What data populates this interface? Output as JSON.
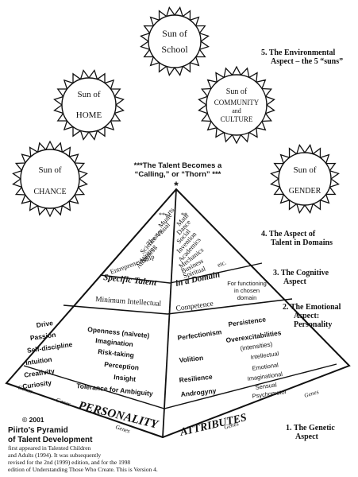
{
  "suns": {
    "school": {
      "line1": "Sun of",
      "line2": "School"
    },
    "home": {
      "line1": "Sun of",
      "line2": "HOME"
    },
    "community": {
      "line1": "Sun of",
      "line2": "COMMUNITY",
      "line3": "and",
      "line4": "CULTURE"
    },
    "chance": {
      "line1": "Sun of",
      "line2": "CHANCE"
    },
    "gender": {
      "line1": "Sun of",
      "line2": "GENDER"
    }
  },
  "labels": {
    "environmental": {
      "line1": "5.  The Environmental",
      "line2": "Aspect – the 5 “suns”"
    },
    "domains": {
      "line1": "4.  The Aspect of",
      "line2": "Talent in Domains"
    },
    "cognitive": {
      "line1": "3.  The Cognitive",
      "line2": "Aspect"
    },
    "emotional": {
      "line1": "2.  The Emotional",
      "line2": "Aspect:",
      "line3": "Personality"
    },
    "genetic": {
      "line1": "1.  The Genetic",
      "line2": "Aspect"
    }
  },
  "calling": {
    "line1": "***The Talent Becomes a",
    "line2": "“Calling,” or “Thorn” ***",
    "star": "*"
  },
  "domains_left": [
    "Arts",
    "Music",
    "Visual",
    "Theater",
    "Science",
    "Writing",
    "Athletics",
    "Entrepreneurship"
  ],
  "domains_right": [
    "Math",
    "Dance",
    "Social",
    "Invention",
    "Academics",
    "Mechanics",
    "Business",
    "Spiritual",
    "etc."
  ],
  "stars_left": "**",
  "stars_right": "**",
  "specific_talent": {
    "left": "Specific Talent",
    "right": "in a Domain"
  },
  "minimum_intellectual": "Minimum Intellectual",
  "competence": "Competence",
  "competence_note": {
    "line1": "For functioning",
    "line2": "in chosen",
    "line3": "domain"
  },
  "traits_left": [
    "Drive",
    "Passion",
    "Self-discipline",
    "Intuition",
    "Creativity",
    "Curiosity"
  ],
  "traits_middle": [
    "Openness (naïvete)",
    "Imagination",
    "Risk-taking",
    "Perception",
    "Insight",
    "Tolerance for Ambiguity"
  ],
  "traits_right1": [
    "Perfectionism",
    "Volition",
    "Resilience",
    "Androgyny"
  ],
  "traits_right2": [
    "Persistence",
    "Overexcitabilities",
    "(intensities)",
    "Intellectual",
    "Emotional",
    "Imaginational",
    "Sensual",
    "Psychomotor"
  ],
  "personality": "PERSONALITY",
  "attributes": "ATTRIBUTES",
  "genes": "Genes",
  "footnote": {
    "copyright": "© 2001",
    "title1": "Piirto’s Pyramid",
    "title2": "of Talent Development",
    "line1": "first appeared in Talented Children",
    "line2": "and Adults (1994).  It was subsequently",
    "line3": "revised for the 2nd (1999) edition, and for the 1998",
    "line4": "edition of Understanding Those Who Create.  This is Version 4."
  }
}
